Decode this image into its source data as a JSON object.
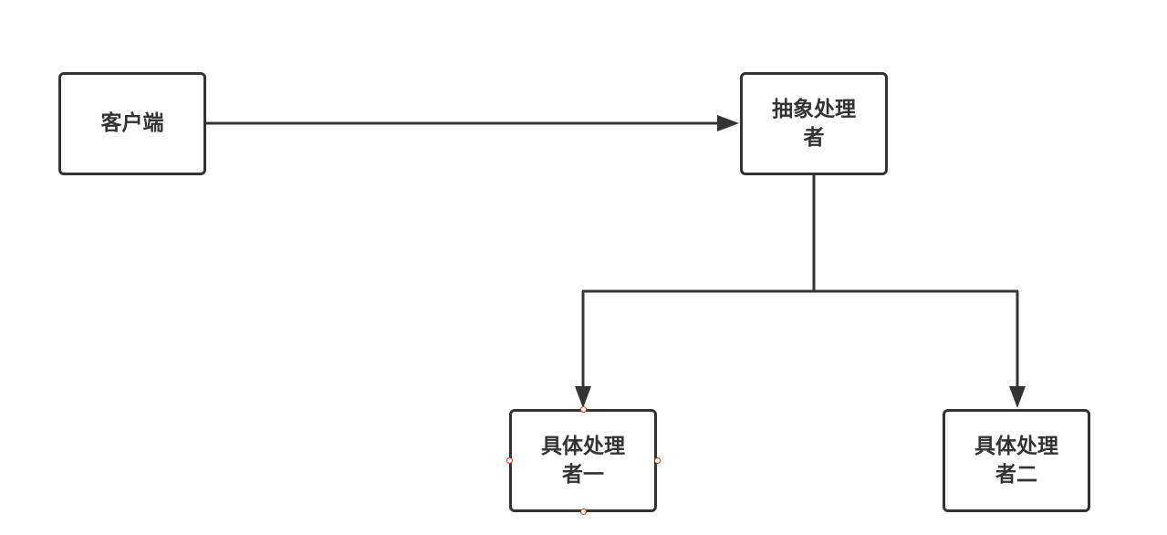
{
  "nodes": {
    "client": {
      "label": "客户端"
    },
    "abstract_handler": {
      "label": "抽象处理者"
    },
    "concrete_handler_1": {
      "label": "具体处理者一"
    },
    "concrete_handler_2": {
      "label": "具体处理者二"
    }
  },
  "colors": {
    "stroke": "#333333",
    "selection_handle": "#c0392b",
    "background": "#ffffff"
  }
}
